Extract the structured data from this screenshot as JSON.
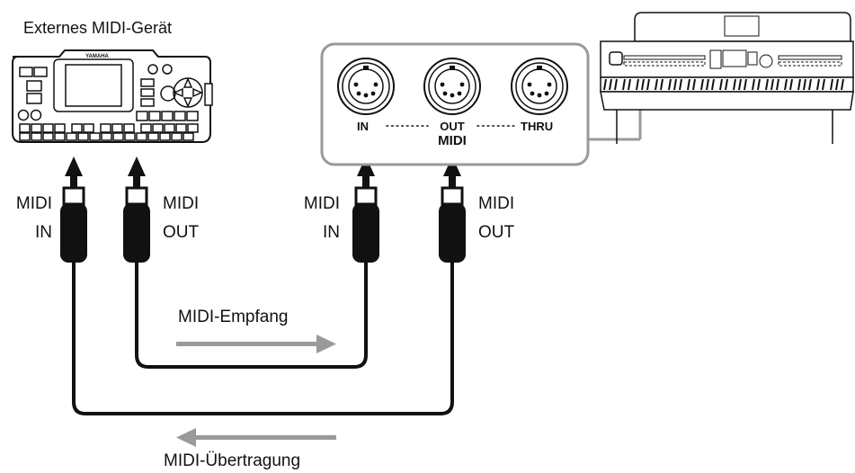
{
  "device_title": "Externes MIDI-Gerät",
  "device_brand": "YAMAHA",
  "ports": {
    "in": "IN",
    "out": "OUT",
    "thru": "THRU",
    "group": "MIDI"
  },
  "cables": {
    "ext_in": {
      "line1": "MIDI",
      "line2": "IN"
    },
    "ext_out": {
      "line1": "MIDI",
      "line2": "OUT"
    },
    "inst_in": {
      "line1": "MIDI",
      "line2": "IN"
    },
    "inst_out": {
      "line1": "MIDI",
      "line2": "OUT"
    }
  },
  "flows": {
    "receive": "MIDI-Empfang",
    "transmit": "MIDI-Übertragung"
  }
}
